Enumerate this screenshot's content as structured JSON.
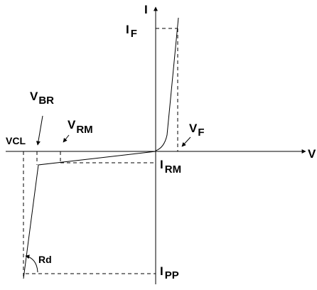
{
  "labels": {
    "i_axis": "I",
    "v_axis": "V",
    "i_f": {
      "main": "I",
      "sub": "F"
    },
    "v_f": {
      "main": "V",
      "sub": "F"
    },
    "i_rm": {
      "main": "I",
      "sub": "RM"
    },
    "i_pp": {
      "main": "I",
      "sub": "PP"
    },
    "v_br": {
      "main": "V",
      "sub": "BR"
    },
    "v_rm": {
      "main": "V",
      "sub": "RM"
    },
    "v_cl": "VCL",
    "rd": "Rd"
  },
  "colors": {
    "stroke": "#000000",
    "background": "#ffffff"
  }
}
